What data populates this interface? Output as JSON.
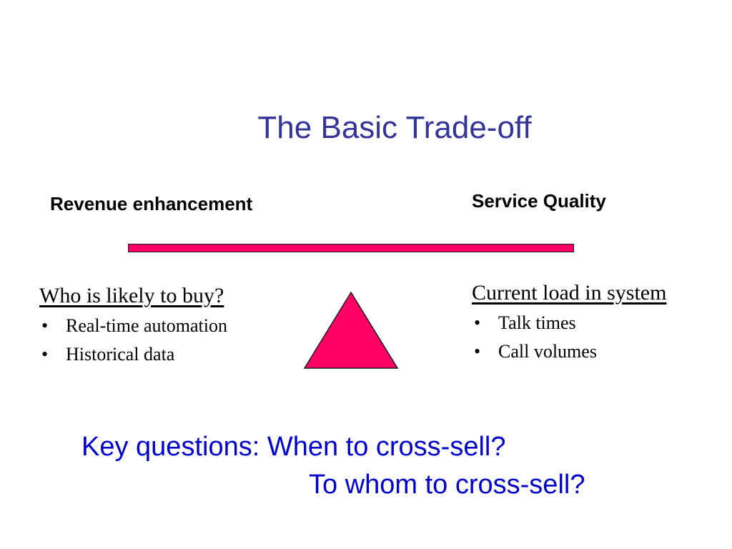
{
  "slide": {
    "title": "The Basic Trade-off",
    "left_label": "Revenue enhancement",
    "right_label": "Service Quality",
    "left_block": {
      "heading": "Who is likely to buy?",
      "bullets": [
        "Real-time automation",
        "Historical data"
      ]
    },
    "right_block": {
      "heading": "Current load in system",
      "bullets": [
        "Talk times",
        "Call volumes"
      ]
    },
    "key_questions": {
      "line1": "Key questions:  When to cross-sell?",
      "line2": "To whom to cross-sell?"
    }
  },
  "colors": {
    "title": "#333399",
    "key_questions": "#0000CC",
    "beam_fill": "#FF0066",
    "fulcrum_fill": "#FF0066",
    "outline": "#1A1A1A",
    "text": "#000000"
  },
  "icons": {
    "bullet": "•",
    "fulcrum": "triangle"
  }
}
